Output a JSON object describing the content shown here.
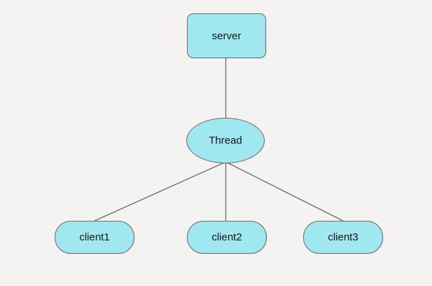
{
  "diagram": {
    "title": "server-thread-clients hierarchy",
    "nodes": {
      "server": {
        "label": "server",
        "shape": "rounded-rectangle"
      },
      "thread": {
        "label": "Thread",
        "shape": "ellipse"
      },
      "client1": {
        "label": "client1",
        "shape": "stadium"
      },
      "client2": {
        "label": "client2",
        "shape": "stadium"
      },
      "client3": {
        "label": "client3",
        "shape": "stadium"
      }
    },
    "edges": [
      {
        "from": "server",
        "to": "thread"
      },
      {
        "from": "thread",
        "to": "client1"
      },
      {
        "from": "thread",
        "to": "client2"
      },
      {
        "from": "thread",
        "to": "client3"
      }
    ],
    "colors": {
      "node_fill": "#9fe8f0",
      "node_border": "#6e6e6e",
      "edge_line": "#6b6b6b",
      "background": "#f4f3f2",
      "text": "#151515"
    }
  }
}
